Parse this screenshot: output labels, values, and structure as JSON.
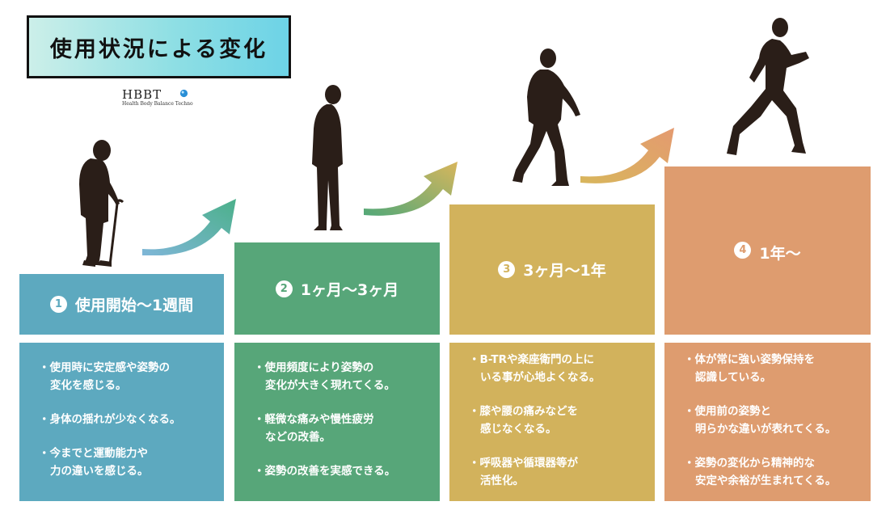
{
  "title": "使用状況による変化",
  "logo": {
    "text": "HBBT",
    "subtitle": "Health Body Balance Techno"
  },
  "colors": {
    "stage1": "#5da9bf",
    "stage2": "#57a679",
    "stage3": "#d2b25c",
    "stage4": "#de9c6f"
  },
  "stages": [
    {
      "num": "1",
      "label": "使用開始〜1週間",
      "items": [
        "・使用時に安定感や姿勢の\n変化を感じる。",
        "・身体の揺れが少なくなる。",
        "・今までと運動能力や\n力の違いを感じる。"
      ]
    },
    {
      "num": "2",
      "label": "1ヶ月〜3ヶ月",
      "items": [
        "・使用頻度により姿勢の\n変化が大きく現れてくる。",
        "・軽微な痛みや慢性疲労\nなどの改善。",
        "・姿勢の改善を実感できる。"
      ]
    },
    {
      "num": "3",
      "label": "3ヶ月〜1年",
      "items": [
        "・B-TRや楽座衛門の上に\nいる事が心地よくなる。",
        "・膝や腰の痛みなどを\n感じなくなる。",
        "・呼吸器や循環器等が\n活性化。"
      ]
    },
    {
      "num": "4",
      "label": "1年〜",
      "items": [
        "・体が常に強い姿勢保持を\n認識している。",
        "・使用前の姿勢と\n明らかな違いが表れてくる。",
        "・姿勢の変化から精神的な\n安定や余裕が生まれてくる。"
      ]
    }
  ]
}
